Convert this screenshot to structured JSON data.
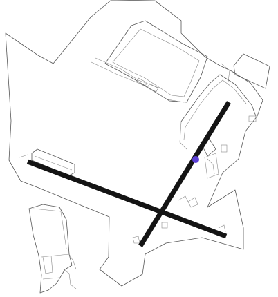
{
  "map": {
    "style": "airport diagram (line drawing)",
    "background_color": "#ffffff",
    "line_color": "#555555",
    "runway_color": "#141414",
    "marker_color": "#5b3fd6",
    "runway_count": 2,
    "marker_shape": "filled circle",
    "labels": []
  }
}
